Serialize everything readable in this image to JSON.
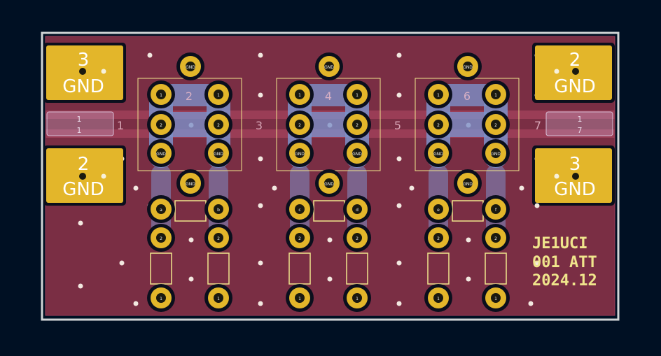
{
  "colors": {
    "background": "#001023",
    "board": "#7a2e44",
    "edge": "#d0d4d6",
    "copper_pad": "#e3b62a",
    "pad_hole": "#1a1a10",
    "trace_back": "#7d90c9",
    "silkscreen": "#f0e58c",
    "keepout": "#0b0f1d"
  },
  "corner_pads": [
    {
      "id": "tl",
      "number": "3",
      "net": "GND"
    },
    {
      "id": "tr",
      "number": "2",
      "net": "GND"
    },
    {
      "id": "bl",
      "number": "2",
      "net": "GND"
    },
    {
      "id": "br",
      "number": "3",
      "net": "GND"
    }
  ],
  "connectors": {
    "left": {
      "line1": "1",
      "line2": "1"
    },
    "right": {
      "line1": "1",
      "line2": "7"
    }
  },
  "net_labels": [
    "1",
    "2",
    "3",
    "4",
    "5",
    "6",
    "7"
  ],
  "pin_labels": {
    "gnd": "GND",
    "a": "a",
    "b": "b",
    "c": "c",
    "d": "d",
    "e": "e",
    "f": "f",
    "n1": "1",
    "n2": "2"
  },
  "board_text": {
    "line1": "JE1UCI",
    "line2": "001 ATT",
    "line3": "2024.12"
  }
}
